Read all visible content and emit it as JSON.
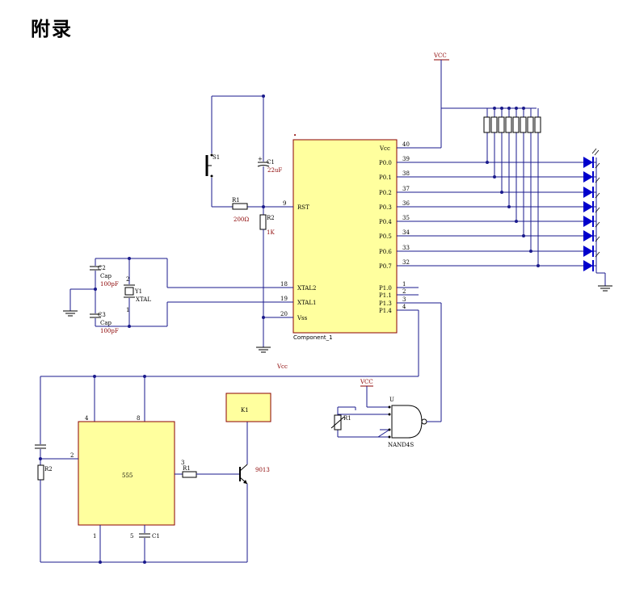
{
  "title": "附录",
  "mcu": {
    "part": "Component_1",
    "vcc_pin": {
      "num": "40",
      "label": "Vcc"
    },
    "rst_pin": {
      "num": "9",
      "label": "RST"
    },
    "xtal2_pin": {
      "num": "18",
      "label": "XTAL2"
    },
    "xtal1_pin": {
      "num": "19",
      "label": "XTAL1"
    },
    "vss_pin": {
      "num": "20",
      "label": "Vss"
    },
    "p0_pins": [
      {
        "num": "39",
        "label": "P0.0"
      },
      {
        "num": "38",
        "label": "P0.1"
      },
      {
        "num": "37",
        "label": "P0.2"
      },
      {
        "num": "36",
        "label": "P0.3"
      },
      {
        "num": "35",
        "label": "P0.4"
      },
      {
        "num": "34",
        "label": "P0.5"
      },
      {
        "num": "33",
        "label": "P0.6"
      },
      {
        "num": "32",
        "label": "P0.7"
      }
    ],
    "p1_pins": [
      {
        "num": "1",
        "label": "P1.0"
      },
      {
        "num": "2",
        "label": "P1.1"
      },
      {
        "num": "3",
        "label": "P1.3"
      },
      {
        "num": "4",
        "label": "P1.4"
      }
    ]
  },
  "power": {
    "vcc_top": "VCC",
    "vcc_mid": "Vcc",
    "vcc_gate": "VCC"
  },
  "reset": {
    "switch": "S1",
    "cap": "C1",
    "cap_value": "22uF",
    "r1": "R1",
    "r1_value": "200Ω",
    "r2": "R2",
    "r2_value": "1K"
  },
  "osc": {
    "c2": "C2",
    "c2_type": "Cap",
    "c2_value": "100pF",
    "c3": "C3",
    "c3_type": "Cap",
    "c3_value": "100pF",
    "crystal": "Y1",
    "crystal_type": "XTAL",
    "crystal_pin1": "1",
    "crystal_pin2": "2"
  },
  "gate": {
    "part": "U",
    "type": "NAND4S",
    "sensor": "R1"
  },
  "timer": {
    "part": "555",
    "pin4": "4",
    "pin8": "8",
    "pin2": "2",
    "pin3": "3",
    "pin1": "1",
    "pin5": "5",
    "r2": "R2",
    "r1": "R1",
    "c1": "C1",
    "relay": "K1",
    "transistor": "9013"
  },
  "colors": {
    "wire": "#1a1a8c",
    "chip_fill": "#ffff9e",
    "chip_border": "#8b0000",
    "led": "#0000cc"
  }
}
